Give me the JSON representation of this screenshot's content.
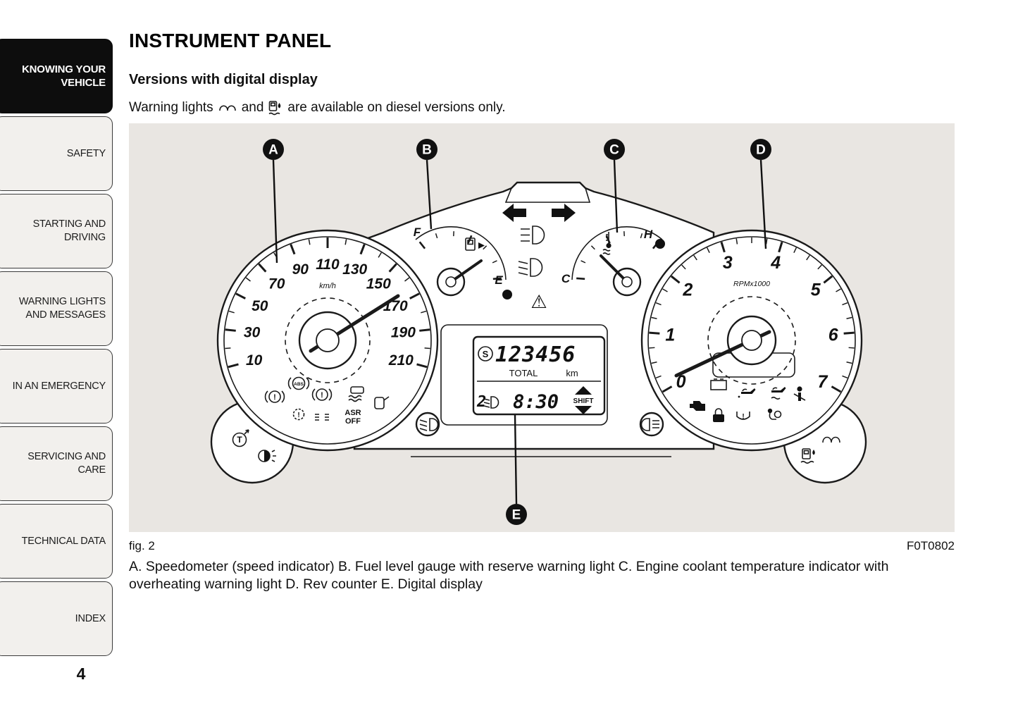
{
  "sidebar": {
    "page_number": "4",
    "items": [
      {
        "label": "KNOWING YOUR\nVEHICLE",
        "active": true
      },
      {
        "label": "SAFETY",
        "active": false
      },
      {
        "label": "STARTING AND\nDRIVING",
        "active": false
      },
      {
        "label": "WARNING LIGHTS\nAND MESSAGES",
        "active": false
      },
      {
        "label": "IN AN EMERGENCY",
        "active": false
      },
      {
        "label": "SERVICING AND\nCARE",
        "active": false
      },
      {
        "label": "TECHNICAL DATA",
        "active": false
      },
      {
        "label": "INDEX",
        "active": false
      }
    ]
  },
  "content": {
    "title": "INSTRUMENT PANEL",
    "subtitle": "Versions with digital display",
    "intro": {
      "pre": "Warning lights",
      "mid": "and",
      "post": "are available on diesel versions only."
    },
    "figure": {
      "label": "fig. 2",
      "code": "F0T0802",
      "caption": "A. Speedometer (speed indicator) B. Fuel level gauge with reserve warning light C. Engine coolant temperature indicator with overheating warning light D. Rev counter E. Digital display"
    }
  },
  "cluster": {
    "callouts": [
      "A",
      "B",
      "C",
      "D",
      "E"
    ],
    "speedometer": {
      "labels": [
        "10",
        "30",
        "50",
        "70",
        "90",
        "110",
        "130",
        "150",
        "170",
        "190",
        "210"
      ],
      "unit": "km/h"
    },
    "rev_counter": {
      "labels": [
        "0",
        "1",
        "2",
        "3",
        "4",
        "5",
        "6",
        "7"
      ],
      "unit": "RPMx1000"
    },
    "fuel_gauge": {
      "full": "F",
      "empty": "E"
    },
    "temp_gauge": {
      "cold": "C",
      "hot": "H"
    },
    "display": {
      "service_letter": "S",
      "odometer": "123456",
      "total_label": "TOTAL",
      "distance_unit": "km",
      "gear": "2",
      "clock": "8:30",
      "shift_label": "SHIFT"
    },
    "asr_line1": "ASR",
    "asr_line2": "OFF",
    "abs_label": "ABS"
  },
  "icons": {
    "glow-plug-icon": "heater coil loops",
    "water-in-fuel-icon": "fuel pump with water drop",
    "turn-signal-left-icon": "solid left arrow",
    "turn-signal-right-icon": "solid right arrow",
    "high-beam-icon": "headlamp with straight rays",
    "low-beam-icon": "headlamp with slanted rays",
    "hazard-warning-icon": "warning triangle",
    "fuel-pump-icon": "fuel pump",
    "thermometer-icon": "coolant thermometer",
    "front-fog-icon": "fog lamp left",
    "rear-fog-icon": "fog lamp right",
    "brake-warning-icon": "circle with exclamation in parentheses",
    "abs-icon": "ABS in circle with parentheses",
    "esc-icon": "car with skid lines",
    "door-open-icon": "car with open door",
    "gearbox-warning-icon": "gear with exclamation",
    "dpf-icon": "particulate filter dashes",
    "battery-icon": "battery",
    "oil-pressure-icon": "oil can",
    "oil-level-icon": "oil can with wave",
    "seatbelt-icon": "person with belt",
    "engine-check-icon": "engine block",
    "immobilizer-icon": "padlock",
    "tpms-icon": "flat tyre with exclamation",
    "airbag-icon": "person with airbag circle",
    "trip-reset-icon": "circle with T",
    "dimmer-icon": "half-filled sun",
    "service-icon": "circled S"
  }
}
